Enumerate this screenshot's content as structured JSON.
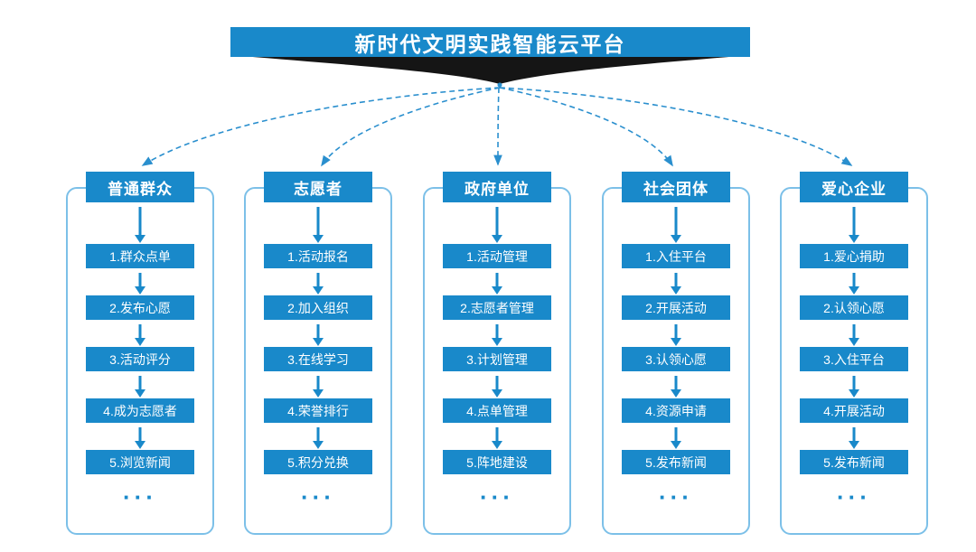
{
  "header": {
    "title": "新时代文明实践智能云平台"
  },
  "columns": [
    {
      "header": "普通群众",
      "items": [
        "1.群众点单",
        "2.发布心愿",
        "3.活动评分",
        "4.成为志愿者",
        "5.浏览新闻"
      ],
      "more": "···"
    },
    {
      "header": "志愿者",
      "items": [
        "1.活动报名",
        "2.加入组织",
        "3.在线学习",
        "4.荣誉排行",
        "5.积分兑换"
      ],
      "more": "···"
    },
    {
      "header": "政府单位",
      "items": [
        "1.活动管理",
        "2.志愿者管理",
        "3.计划管理",
        "4.点单管理",
        "5.阵地建设"
      ],
      "more": "···"
    },
    {
      "header": "社会团体",
      "items": [
        "1.入住平台",
        "2.开展活动",
        "3.认领心愿",
        "4.资源申请",
        "5.发布新闻"
      ],
      "more": "···"
    },
    {
      "header": "爱心企业",
      "items": [
        "1.爱心捐助",
        "2.认领心愿",
        "3.入住平台",
        "4.开展活动",
        "5.发布新闻"
      ],
      "more": "···"
    }
  ],
  "colors": {
    "primary": "#1989ca",
    "panel_border": "#7cc0e8",
    "funnel": "#151515",
    "connector": "#2a8fce",
    "background": "#ffffff"
  }
}
